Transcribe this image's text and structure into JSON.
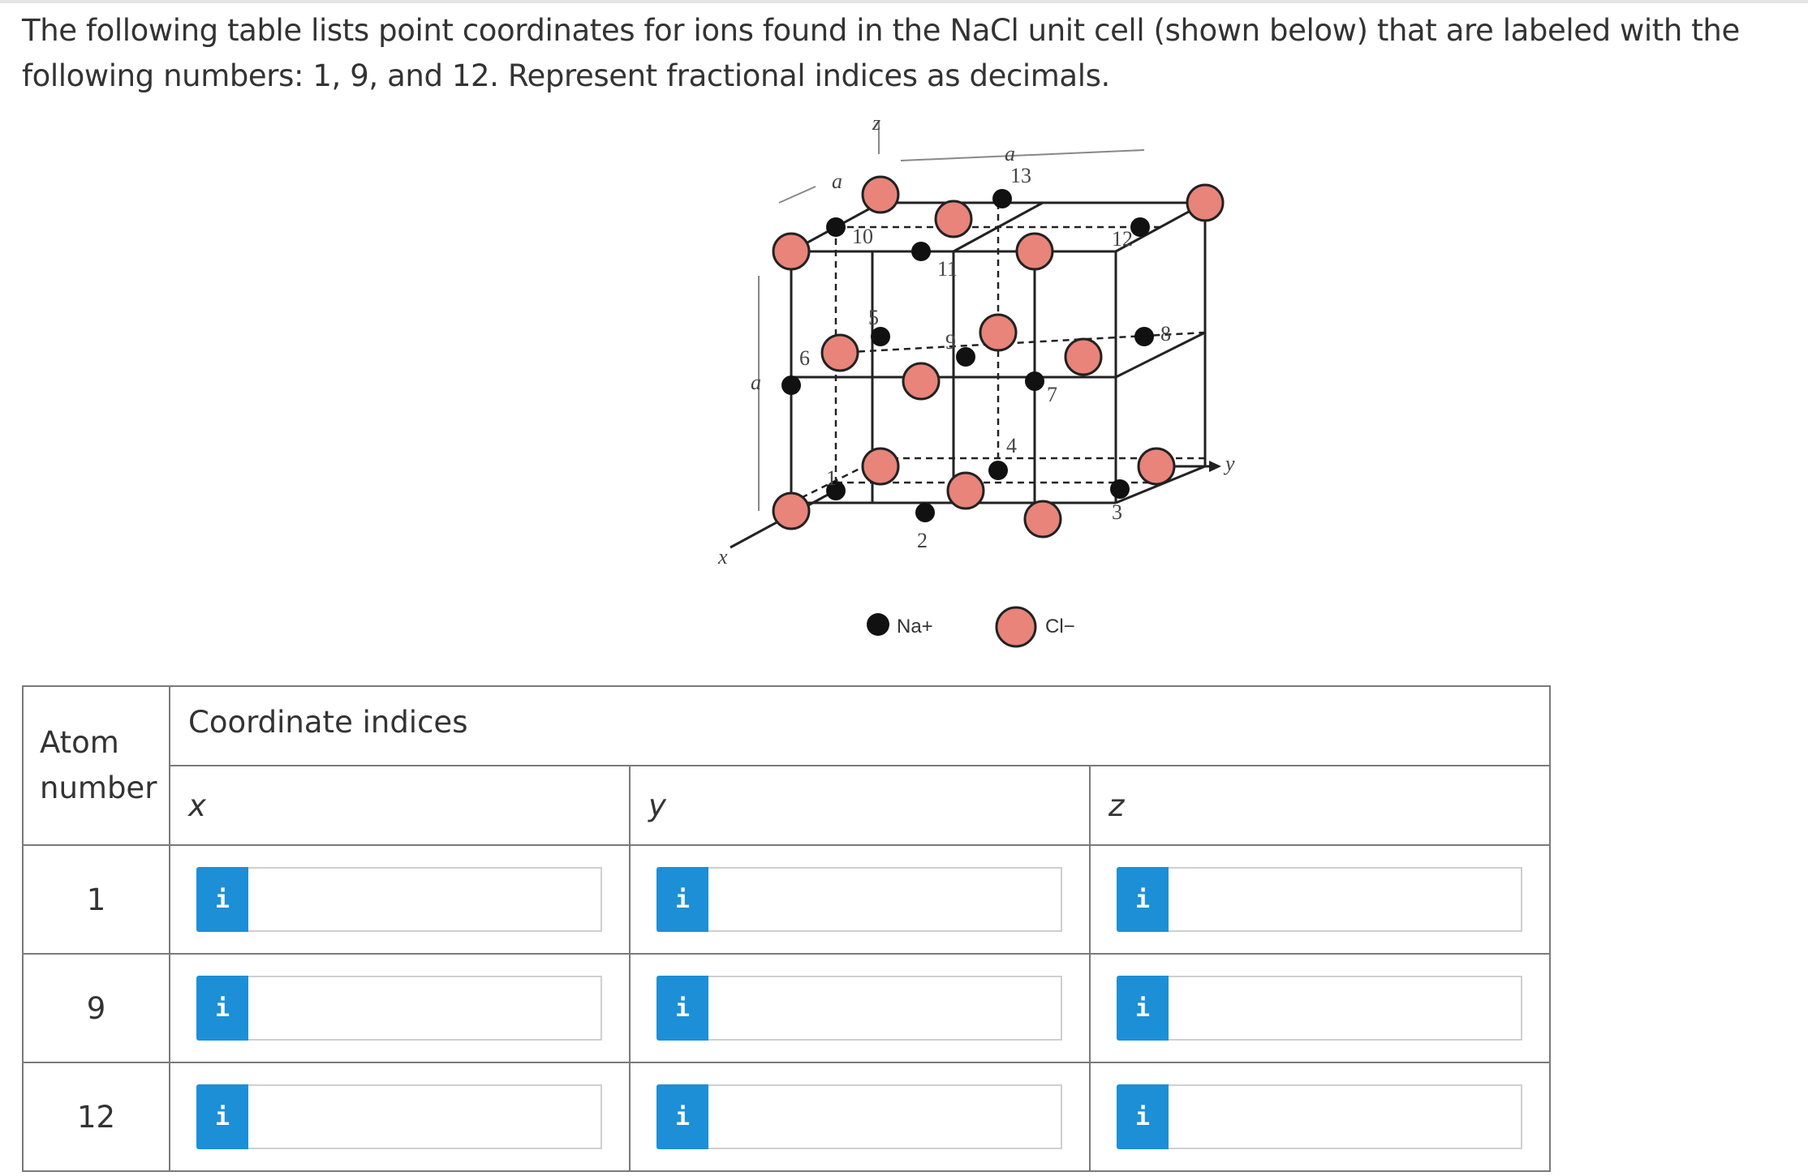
{
  "question": {
    "text": "The following table lists point coordinates for ions found in the NaCl unit cell (shown below) that are labeled with the following numbers: 1, 9, and 12.  Represent fractional indices as decimals."
  },
  "figure": {
    "axis_labels": {
      "x": "x",
      "y": "y",
      "z": "z",
      "a_top_depth": "a",
      "a_top_width": "a",
      "a_height": "a"
    },
    "atom_labels": [
      "1",
      "2",
      "3",
      "4",
      "5",
      "6",
      "7",
      "8",
      "9",
      "10",
      "11",
      "12",
      "13"
    ],
    "legend": {
      "na": "Na+",
      "cl": "Cl−"
    },
    "colors": {
      "cl_fill": "#e8847a",
      "na_fill": "#111111",
      "line": "#222222",
      "axis": "#888888"
    }
  },
  "table": {
    "header_atom": "Atom number",
    "header_coords": "Coordinate indices",
    "axis_x": "x",
    "axis_y": "y",
    "axis_z": "z",
    "info_glyph": "i",
    "rows": [
      {
        "atom": "1",
        "x": "",
        "y": "",
        "z": ""
      },
      {
        "atom": "9",
        "x": "",
        "y": "",
        "z": ""
      },
      {
        "atom": "12",
        "x": "",
        "y": "",
        "z": ""
      }
    ]
  },
  "colors": {
    "info_button": "#1d8fd6",
    "border": "#7a7a7a",
    "text": "#333333"
  }
}
